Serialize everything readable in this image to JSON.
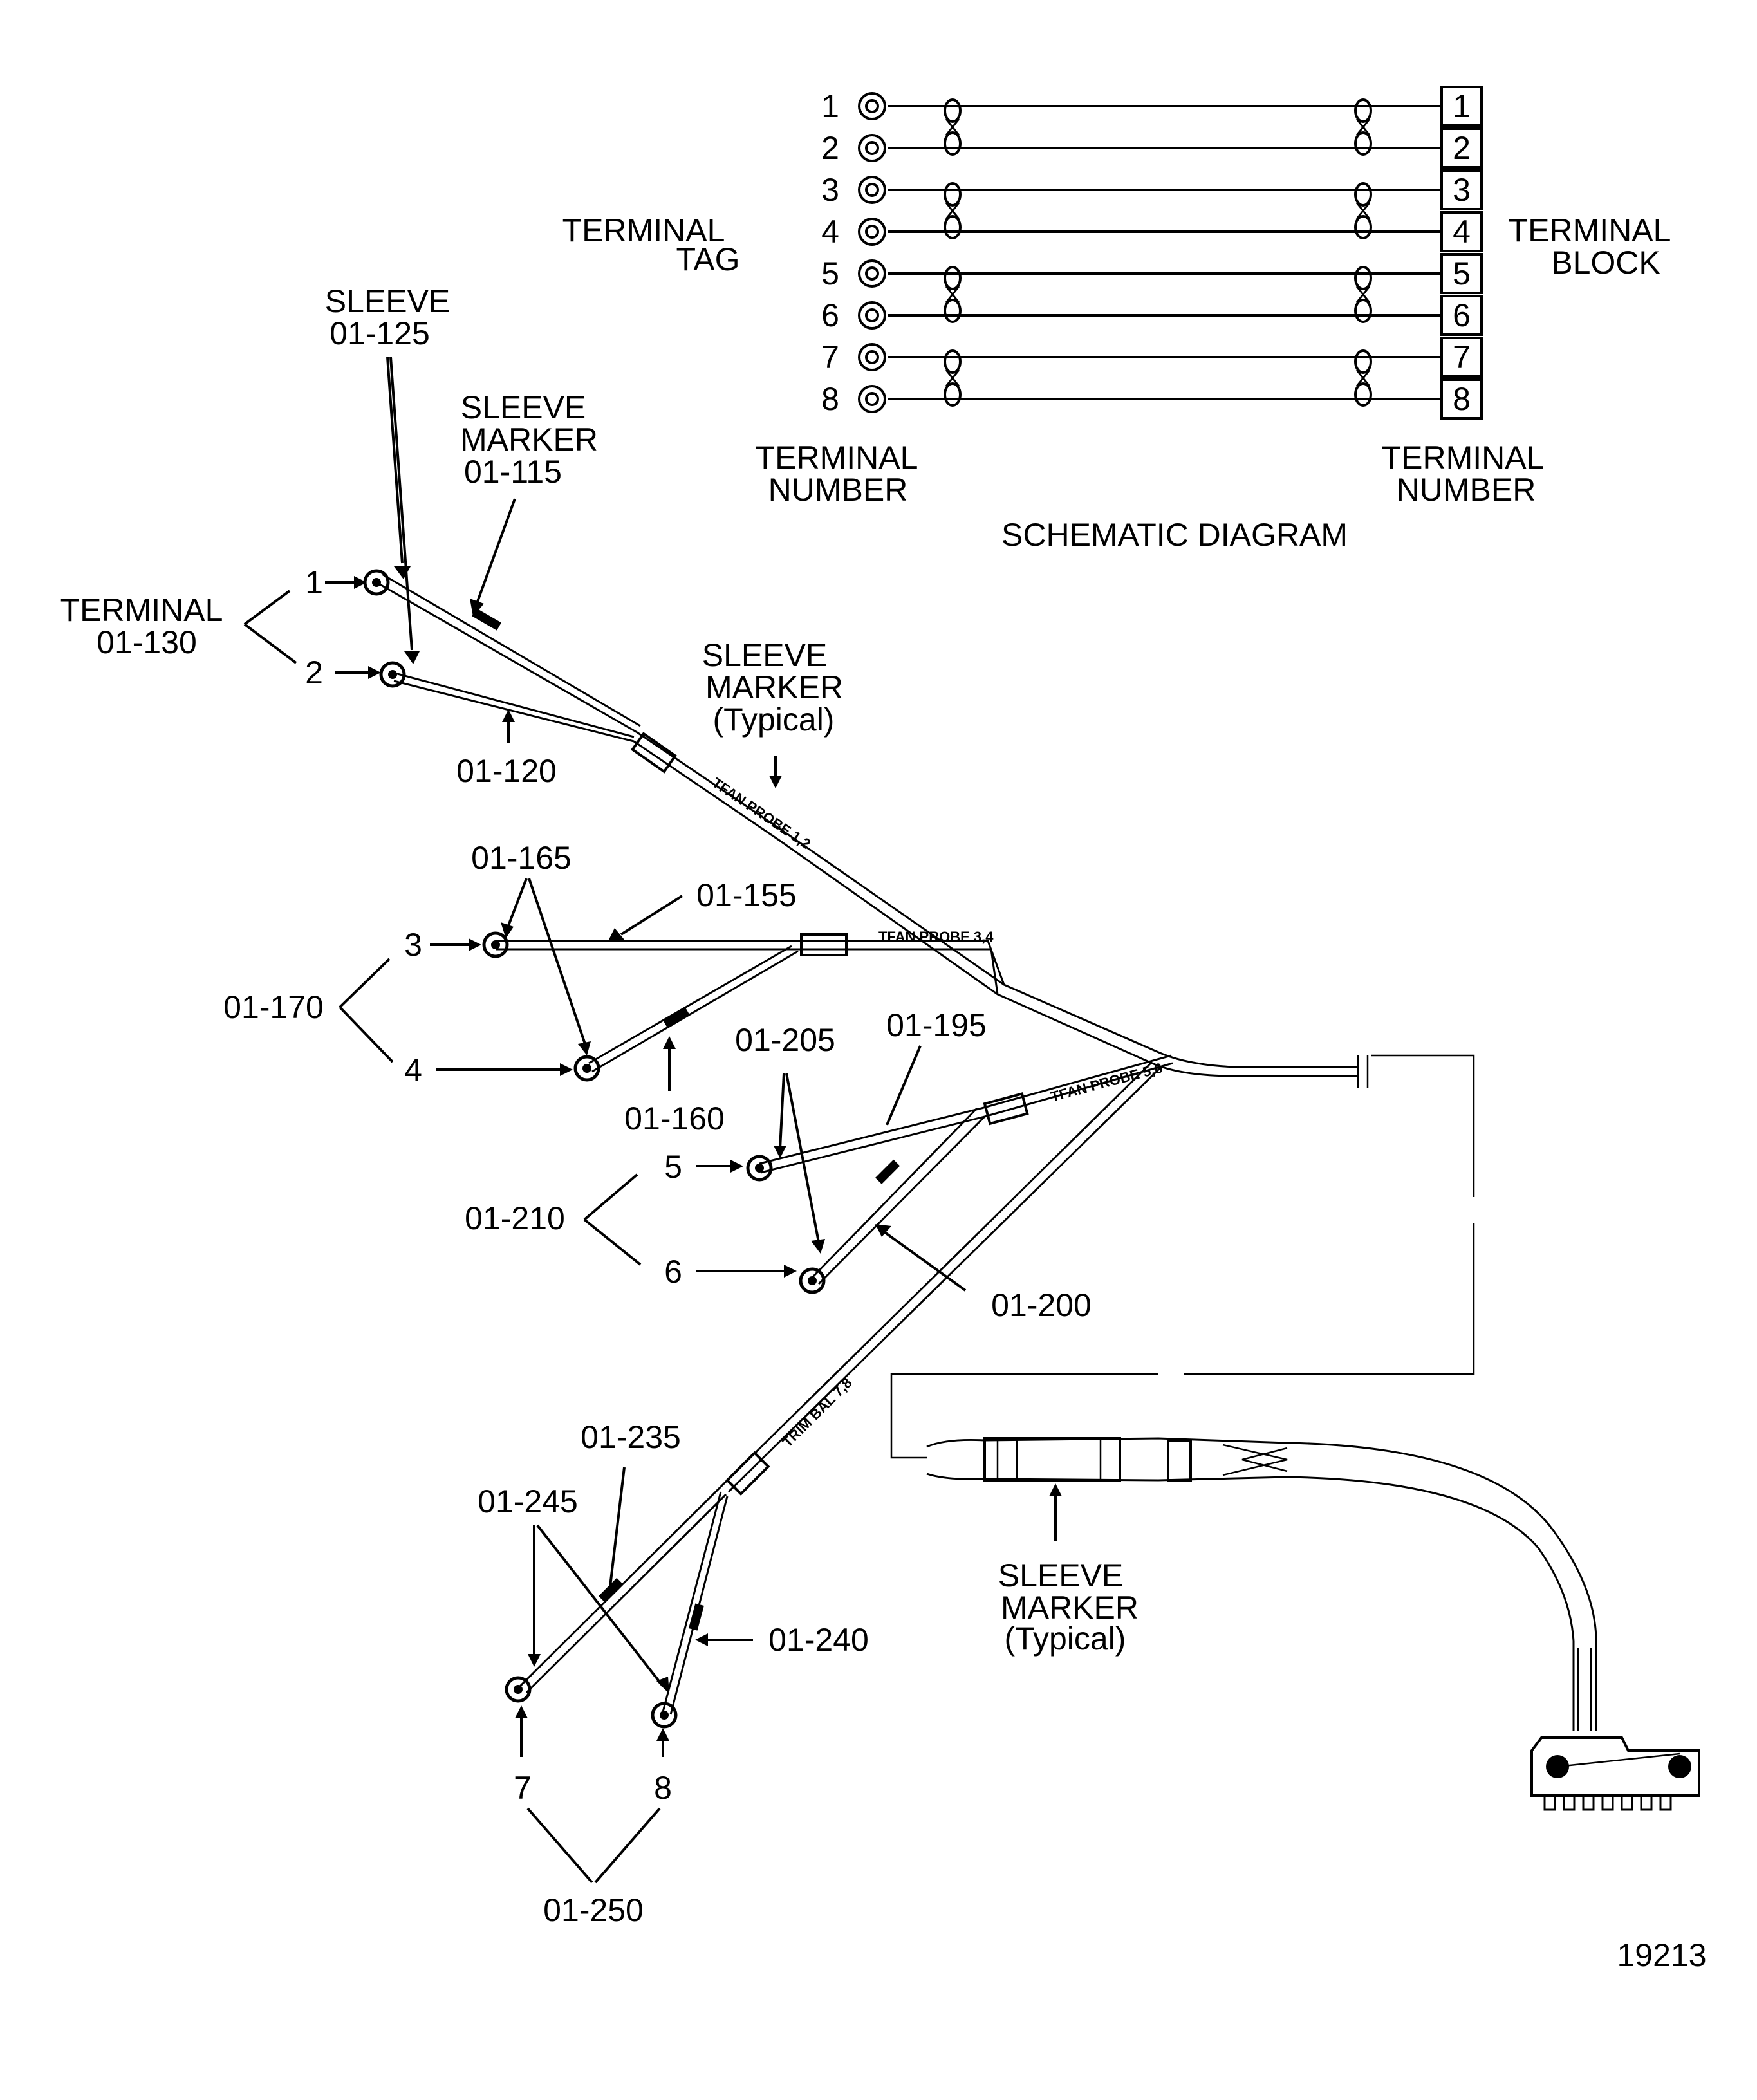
{
  "schematic": {
    "title": "SCHEMATIC DIAGRAM",
    "tag_label_1": "TERMINAL",
    "tag_label_2": "TAG",
    "block_label_1": "TERMINAL",
    "block_label_2": "BLOCK",
    "left_number_1": "TERMINAL",
    "left_number_2": "NUMBER",
    "right_number_1": "TERMINAL",
    "right_number_2": "NUMBER",
    "terminals": [
      "1",
      "2",
      "3",
      "4",
      "5",
      "6",
      "7",
      "8"
    ]
  },
  "callouts": {
    "sleeve_125_a": "SLEEVE",
    "sleeve_125_b": "01-125",
    "marker_115_a": "SLEEVE",
    "marker_115_b": "MARKER",
    "marker_115_c": "01-115",
    "terminal_130_a": "TERMINAL",
    "terminal_130_b": "01-130",
    "t1": "1",
    "t2": "2",
    "p120": "01-120",
    "marker_typ_a": "SLEEVE",
    "marker_typ_b": "MARKER",
    "marker_typ_c": "(Typical)",
    "p165": "01-165",
    "p155": "01-155",
    "t3": "3",
    "p170": "01-170",
    "t4": "4",
    "p160": "01-160",
    "p205": "01-205",
    "p195": "01-195",
    "t5": "5",
    "p210": "01-210",
    "t6": "6",
    "p200": "01-200",
    "p235": "01-235",
    "p245": "01-245",
    "p240": "01-240",
    "t7": "7",
    "t8": "8",
    "p250": "01-250",
    "marker2_a": "SLEEVE",
    "marker2_b": "MARKER",
    "marker2_c": "(Typical)"
  },
  "cable_markings": {
    "m12": "TFAN PROBE 1,2",
    "m34": "TFAN PROBE 3,4",
    "m56": "TFAN PROBE 5,6",
    "m78": "TRIM BAL 7,8"
  },
  "figure_number": "19213"
}
